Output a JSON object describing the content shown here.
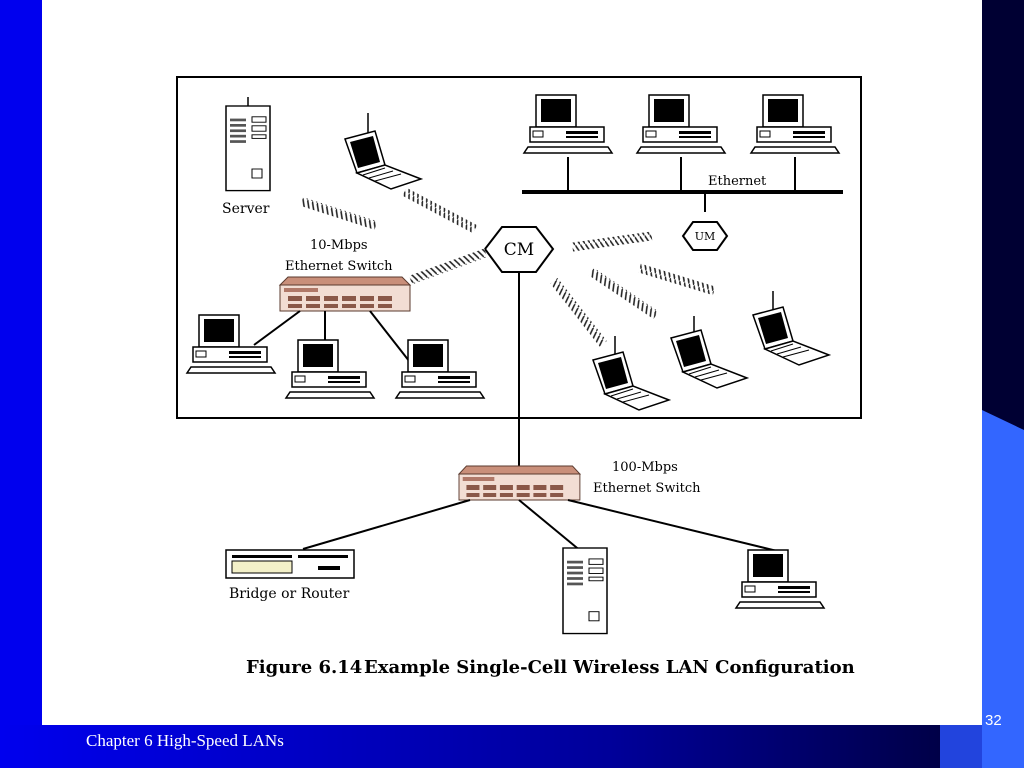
{
  "slide": {
    "footer": "Chapter 6 High-Speed LANs",
    "page_number": "32"
  },
  "diagram": {
    "labels": {
      "server": "Server",
      "ethernet": "Ethernet",
      "switch_10": "10-Mbps",
      "switch_10_sub": "Ethernet Switch",
      "cm": "CM",
      "um": "UM",
      "switch_100": "100-Mbps",
      "switch_100_sub": "Ethernet Switch",
      "bridge": "Bridge or Router"
    },
    "caption_number": "Figure 6.14",
    "caption_text": "Example Single-Cell Wireless LAN Configuration"
  },
  "colors": {
    "background": "#0000ee",
    "slide": "#ffffff",
    "accent": "#3366ff",
    "navy": "#000033",
    "switch_box": "#f2ddd3",
    "switch_trim": "#b07868"
  }
}
